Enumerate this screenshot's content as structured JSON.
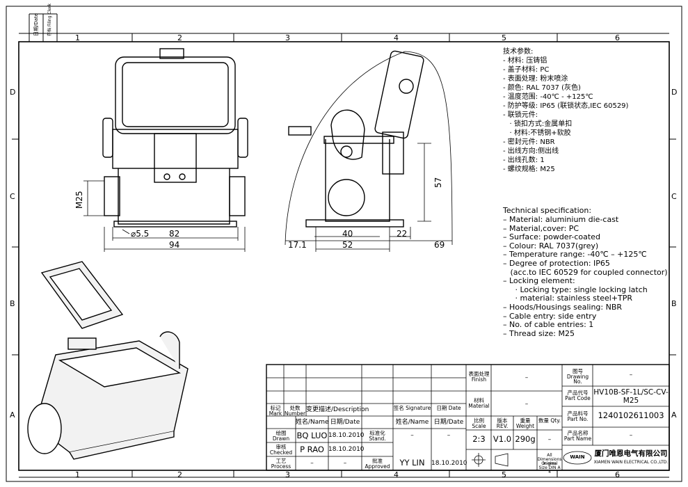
{
  "margin_labels": {
    "date": "日期/Date",
    "filing": "存档 Filing Clerk"
  },
  "zones_top": [
    "1",
    "2",
    "3",
    "4",
    "5",
    "6"
  ],
  "zones_bottom": [
    "1",
    "2",
    "3",
    "4",
    "5",
    "6"
  ],
  "zones_side": [
    "D",
    "C",
    "B",
    "A"
  ],
  "dimensions": {
    "m25": "M25",
    "hole": "⌀5.5",
    "w82": "82",
    "w94": "94",
    "d40": "40",
    "d52": "52",
    "d17": "17.1",
    "d22": "22",
    "d69": "69",
    "h57": "57"
  },
  "spec_cn": [
    "技术参数:",
    "- 材料: 压铸铝",
    "- 盖子材料: PC",
    "- 表面处理: 粉末喷涂",
    "- 颜色: RAL 7037 (灰色)",
    "- 温度范围: -40℃ - +125℃",
    "- 防护等级: IP65 (联锁状态,IEC 60529)",
    "- 联锁元件:",
    "   · 锁扣方式:金属单扣",
    "   · 材料:不锈钢+软胶",
    "- 密封元件: NBR",
    "- 出线方向:侧出线",
    "- 出线孔数: 1",
    "- 螺纹规格: M25"
  ],
  "spec_en": [
    "Technical specification:",
    "– Material: aluminium die-cast",
    "– Material,cover: PC",
    "– Surface: powder-coated",
    "– Colour: RAL 7037(grey)",
    "– Temperature range: -40℃ – +125℃",
    "– Degree of protection: IP65",
    "   (acc.to IEC 60529 for coupled connector)",
    "– Locking element:",
    "     · Locking type: single locking latch",
    "     · material: stainless steel+TPR",
    "– Hoods/Housings sealing: NBR",
    "– Cable entry: side entry",
    "– No. of cable entries: 1",
    "– Thread size: M25"
  ],
  "title_block": {
    "mark": "标记 Mark",
    "number": "处数 Number",
    "description": "变更描述/Description",
    "signature": "签名 Signature",
    "date": "日期 Date",
    "name_h": "姓名/Name",
    "date_h": "日期/Date",
    "name_h2": "姓名/Name",
    "date_h2": "日期/Date",
    "drawn": "绘图 Drawn",
    "checked": "审核 Checked",
    "process": "工艺 Process",
    "stand": "标准化 Stand.",
    "approved": "批准 Approved",
    "drawn_name": "BQ LUO",
    "drawn_date": "18.10.2010",
    "checked_name": "P RAO",
    "checked_date": "18.10.2010",
    "process_name": "–",
    "process_date": "–",
    "stand_name": "–",
    "stand_date": "–",
    "approved_name": "YY LIN",
    "approved_date": "18.10.2010",
    "finish_label": "表面处理 Finish",
    "finish_val": "–",
    "material_label": "材料 Material",
    "material_val": "–",
    "scale_label": "比例 Scale",
    "rev_label": "版本 REV.",
    "weight_label": "重量 Weight",
    "qty_label": "数量 Qty.",
    "scale": "2:3",
    "rev": "V1.0",
    "weight": "290g",
    "qty": "–",
    "dims_note": "All Dimensions in mm",
    "size_note": "Original Size DIN A 4",
    "drawing_no_label": "图号 Drawing No.",
    "drawing_no": "–",
    "part_code_label": "产品代号 Part Code",
    "part_code": "HV10B-SF-1L/SC-CV-M25",
    "part_no_label": "产品料号 Part No.",
    "part_no": "1240102611003",
    "part_name_label": "产品名称 Part Name",
    "part_name": "–",
    "company_cn": "厦门唯恩电气有限公司",
    "company_en": "XIAMEN WAIN ELECTRICAL CO.,LTD.",
    "logo": "WAIN"
  }
}
